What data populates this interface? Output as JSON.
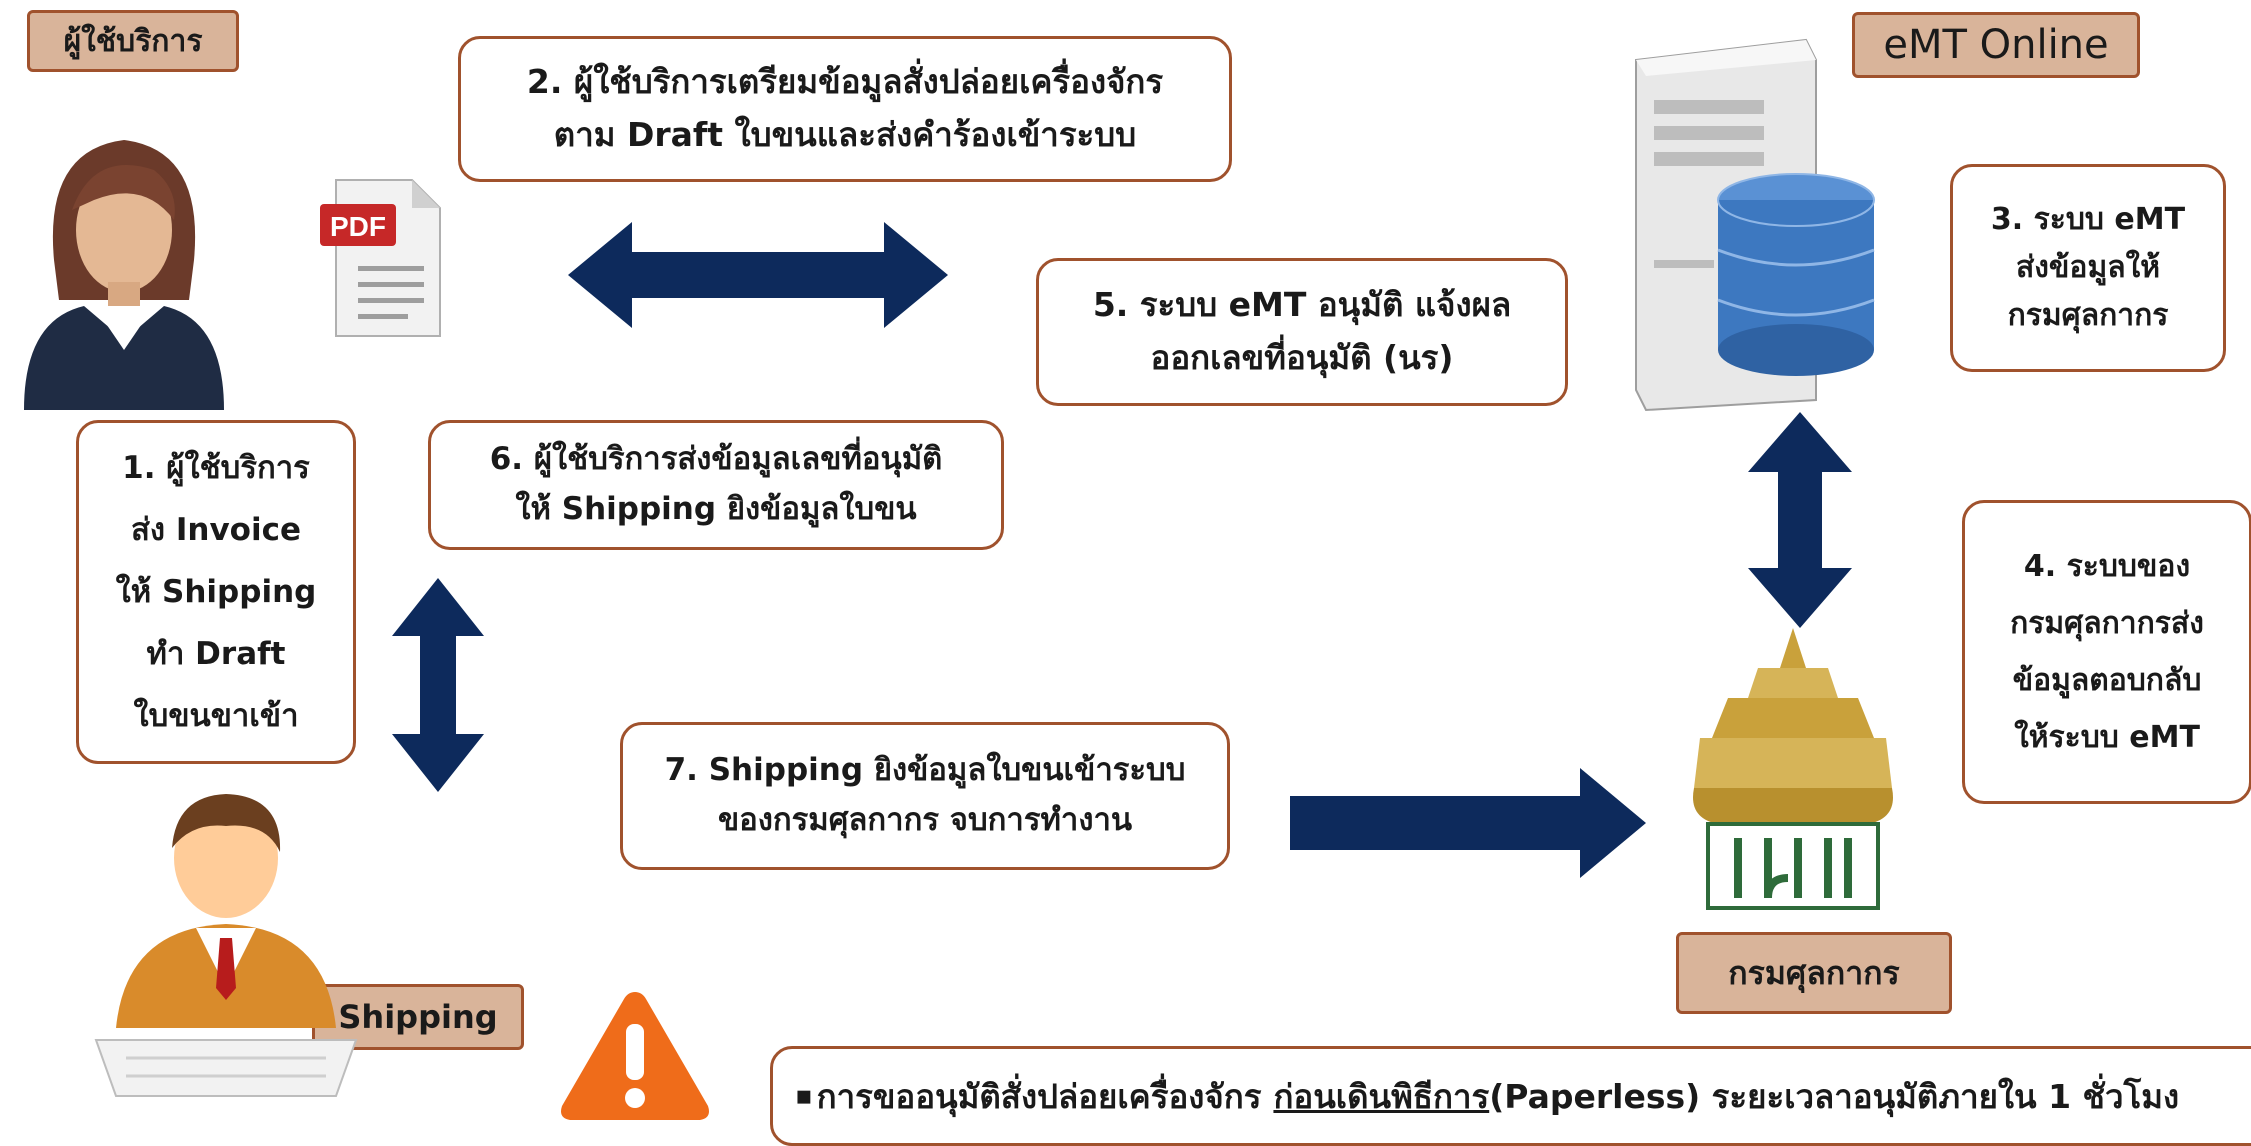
{
  "actors": {
    "user_label": "ผู้ใช้บริการ",
    "system_label": "eMT Online",
    "shipping_label": "Shipping",
    "customs_label": "กรมศุลกากร"
  },
  "document_icon": {
    "text": "PDF"
  },
  "steps": {
    "s1": "1. ผู้ใช้บริการ\nส่ง Invoice\nให้ Shipping\nทำ Draft\nใบขนขาเข้า",
    "s2": "2. ผู้ใช้บริการเตรียมข้อมูลสั่งปล่อยเครื่องจักร\nตาม Draft ใบขนและส่งคำร้องเข้าระบบ",
    "s3": "3. ระบบ eMT\nส่งข้อมูลให้\nกรมศุลกากร",
    "s4": "4. ระบบของ\nกรมศุลกากรส่ง\nข้อมูลตอบกลับ\nให้ระบบ eMT",
    "s5": "5. ระบบ eMT อนุมัติ แจ้งผล\nออกเลขที่อนุมัติ (นร)",
    "s6": "6. ผู้ใช้บริการส่งข้อมูลเลขที่อนุมัติ\nให้ Shipping ยิงข้อมูลใบขน",
    "s7": "7. Shipping ยิงข้อมูลใบขนเข้าระบบ\nของกรมศุลกากร จบการทำงาน"
  },
  "note": {
    "bullet": "▪",
    "prefix": "การขออนุมัติสั่งปล่อยเครื่องจักร ",
    "underlined": "ก่อนเดินพิธีการ ",
    "suffix": " (Paperless) ระยะเวลาอนุมัติภายใน 1 ชั่วโมง"
  },
  "colors": {
    "arrow": "#0d2a5c",
    "tag_fill": "#d9b49a",
    "border": "#a0522d",
    "warning": "#ef6c1a",
    "db_blue": "#3d78c0"
  },
  "icons": [
    "user-avatar-icon",
    "pdf-document-icon",
    "server-database-icon",
    "shipping-avatar-icon",
    "customs-emblem-icon",
    "warning-icon"
  ]
}
